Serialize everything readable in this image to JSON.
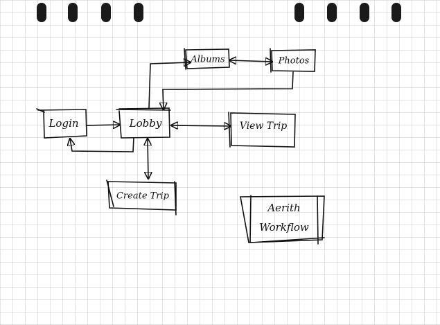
{
  "diagram": {
    "nodes": {
      "albums": "Albums",
      "photos": "Photos",
      "login": "Login",
      "lobby": "Lobby",
      "view_trip": "View Trip",
      "create_trip": "Create Trip",
      "title_line1": "Aerith",
      "title_line2": "Workflow"
    },
    "edges": [
      {
        "from": "lobby",
        "to": "albums"
      },
      {
        "from": "albums",
        "to": "photos",
        "bidirectional": true
      },
      {
        "from": "photos",
        "to": "lobby"
      },
      {
        "from": "login",
        "to": "lobby"
      },
      {
        "from": "lobby",
        "to": "login"
      },
      {
        "from": "lobby",
        "to": "view_trip",
        "bidirectional": true
      },
      {
        "from": "lobby",
        "to": "create_trip",
        "bidirectional": true
      }
    ]
  }
}
